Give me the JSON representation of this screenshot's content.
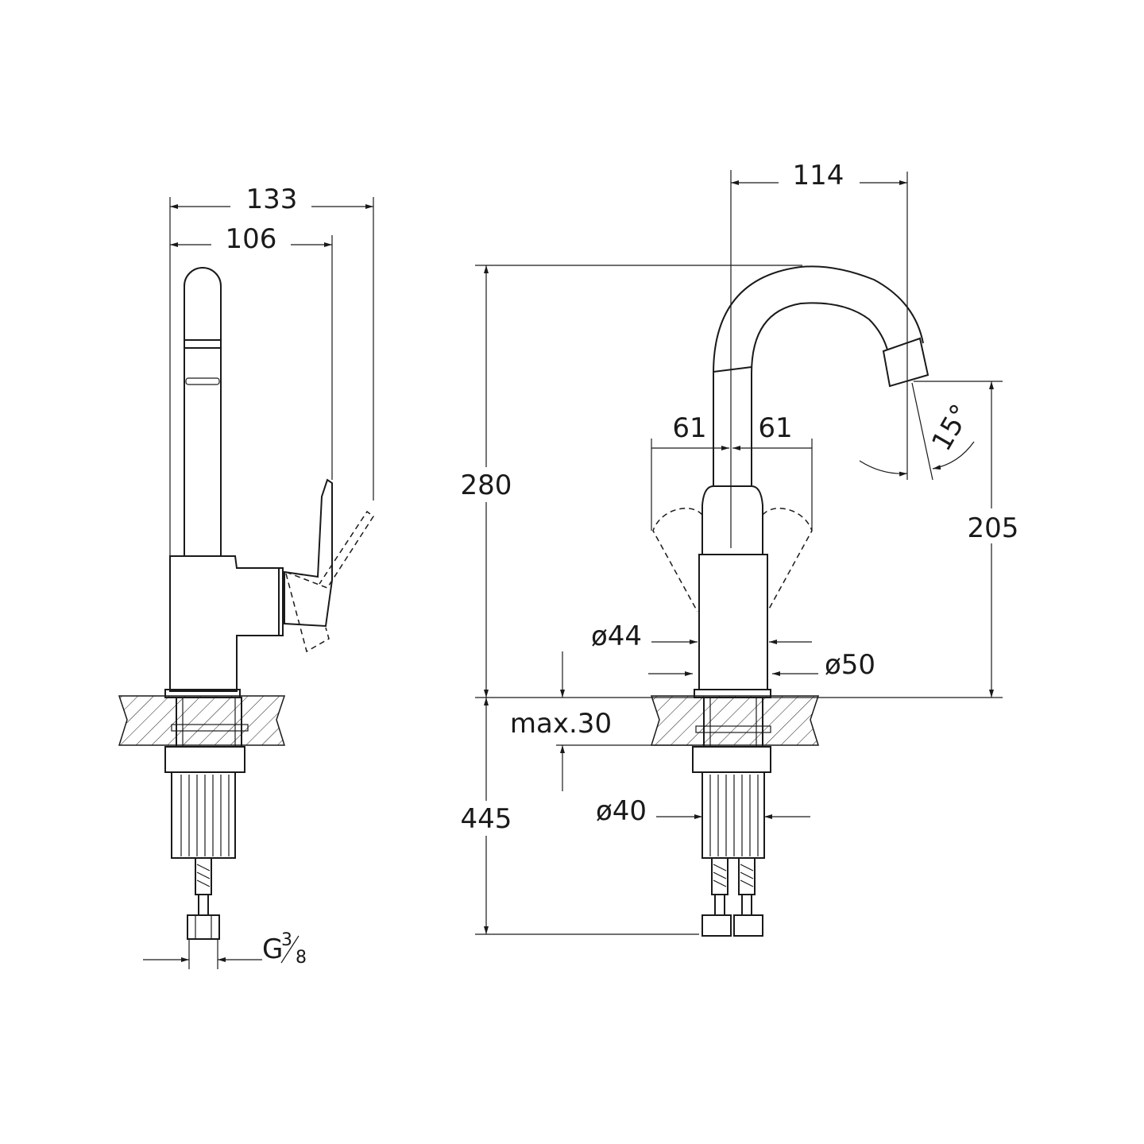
{
  "dimensions": {
    "side_overall_width": "133",
    "side_spout_width": "106",
    "thread": "G",
    "thread_numerator": "3",
    "thread_denominator": "8",
    "front_spout_reach": "114",
    "front_height": "280",
    "front_outlet_height": "205",
    "lever_left": "61",
    "lever_right": "61",
    "outlet_angle": "15°",
    "body_diameter_upper": "ø44",
    "base_diameter": "ø50",
    "max_deck_thickness": "max.30",
    "under_deck_length": "445",
    "shank_diameter": "ø40"
  }
}
